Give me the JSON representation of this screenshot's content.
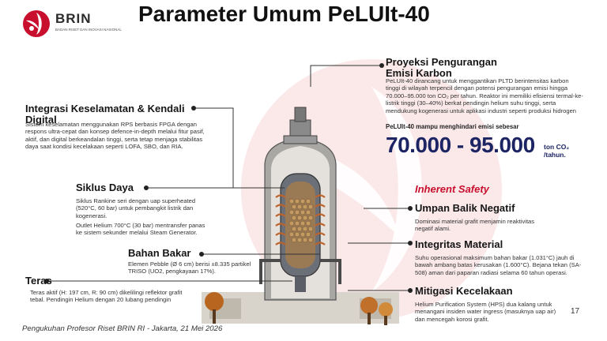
{
  "brand": {
    "name": "BRIN",
    "subtitle": "BADAN RISET DAN INOVASI NASIONAL",
    "accent": "#c8102e",
    "navy": "#1c2463"
  },
  "title": "Parameter Umum PeLUIt-40",
  "sections": {
    "proyeksi": {
      "heading": "Proyeksi Pengurangan Emisi Karbon",
      "text": "PeLUIt-40 dirancang untuk menggantikan PLTD berintensitas karbon tinggi di wilayah terpencil dengan potensi pengurangan emisi hingga 70.000–95.000 ton CO₂ per tahun. Reaktor ini memiliki efisiensi termal-ke-listrik tinggi (30–40%) berkat pendingin helium suhu tinggi, serta mendukung kogenerasi untuk aplikasi industri seperti produksi hidrogen"
    },
    "emisi": {
      "intro": "PeLUIt-40 mampu menghindari emisi sebesar",
      "value": "70.000 - 95.000",
      "unit": "ton CO₂ /tahun."
    },
    "integrasi": {
      "heading": "Integrasi Keselamatan & Kendali Digital",
      "text": "Sistem keselamatan menggunakan RPS berbasis FPGA dengan respons ultra-cepat dan konsep defence-in-depth melalui fitur pasif, aktif, dan digital berkeandalan tinggi, serta tetap menjaga stabilitas daya saat kondisi kecelakaan seperti LOFA, SBO, dan RIA."
    },
    "siklus": {
      "heading": "Siklus Daya",
      "text1": "Siklus Rankine seri dengan uap superheated (520°C, 60 bar) untuk pembangkit listrik dan kogenerasi.",
      "text2": "Outlet Helium 700°C (30 bar) mentransfer panas ke sistem sekunder melalui Steam Generator."
    },
    "bahan": {
      "heading": "Bahan Bakar",
      "text": "Elemen Pebble (Ø 6 cm) berisi ±8.335 partikel TRISO (UO2, pengkayaan 17%)."
    },
    "teras": {
      "heading": "Teras",
      "text": "Teras aktif (H: 197 cm, R: 90 cm) dikelilingi reflektor grafit tebal. Pendingin Helium dengan 20 lubang pendingin"
    },
    "inherent": "Inherent Safety",
    "umpan": {
      "heading": "Umpan Balik Negatif",
      "text": "Dominasi material grafit menjamin reaktivitas negatif alami."
    },
    "integritas": {
      "heading": "Integritas Material",
      "text": "Suhu operasional maksimum bahan bakar (1.031°C) jauh di bawah ambang batas kerusakan (1.600°C). Bejana tekan (SA-508) aman dari paparan radiasi selama 60 tahun operasi."
    },
    "mitigasi": {
      "heading": "Mitigasi Kecelakaan",
      "text": "Helium Purification System (HPS) dua kalang untuk menangani insiden water ingress (masuknya uap air) dan mencegah korosi grafit."
    }
  },
  "footer": "Pengukuhan Profesor Riset BRIN RI - Jakarta, 21 Mei 2026",
  "page_number": "17",
  "icons": [
    "brin-logo-icon",
    "reactor-illustration",
    "tree-icon"
  ]
}
